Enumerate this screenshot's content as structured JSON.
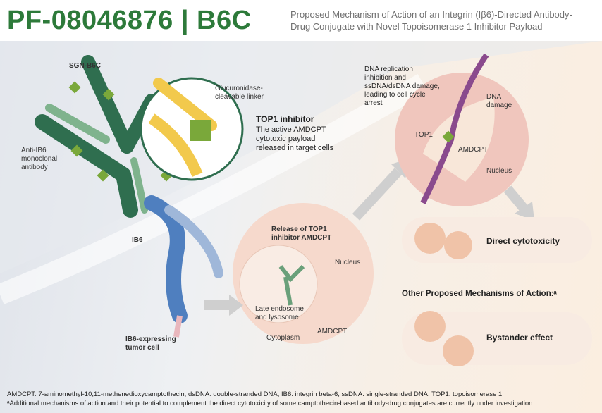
{
  "header": {
    "title": "PF-08046876 | B6C",
    "subtitle": "Proposed Mechanism of Action of an Integrin (Iβ6)-Directed Antibody-Drug Conjugate with Novel Topoisomerase 1 Inhibitor Payload"
  },
  "labels": {
    "sgn": "SGN-B6C",
    "anti": "Anti-IB6 monoclonal antibody",
    "linker": "Glucuronidase-cleavable linker",
    "top1_title": "TOP1 inhibitor",
    "top1_desc": "The active AMDCPT cytotoxic payload released in target cells",
    "ib6": "IB6",
    "tumor": "IB6-expressing tumor cell",
    "release": "Release of TOP1 inhibitor AMDCPT",
    "nucleus1": "Nucleus",
    "endosome": "Late endosome and lysosome",
    "amdcpt1": "AMDCPT",
    "cytoplasm": "Cytoplasm",
    "dna_title": "DNA replication inhibition and ssDNA/dsDNA damage, leading to cell cycle arrest",
    "dna_damage": "DNA damage",
    "top1": "TOP1",
    "amdcpt2": "AMDCPT",
    "nucleus2": "Nucleus",
    "direct": "Direct cytotoxicity",
    "other": "Other Proposed Mechanisms of Action:ᵃ",
    "bystander": "Bystander effect"
  },
  "footnote": {
    "line1": "AMDCPT: 7-aminomethyl-10,11-methenedioxycamptothecin; dsDNA: double-stranded DNA; IB6: integrin beta-6; ssDNA: single-stranded DNA; TOP1: topoisomerase 1",
    "line2": "ᵃAdditional mechanisms of action and their potential to complement the direct cytotoxicity of some camptothecin-based antibody-drug conjugates are currently under investigation."
  },
  "colors": {
    "title": "#2d7a3a",
    "antibody": "#2f6e4f",
    "payload": "#7aa83a",
    "linker": "#f2c94c",
    "cell": "#f3c9b8"
  }
}
